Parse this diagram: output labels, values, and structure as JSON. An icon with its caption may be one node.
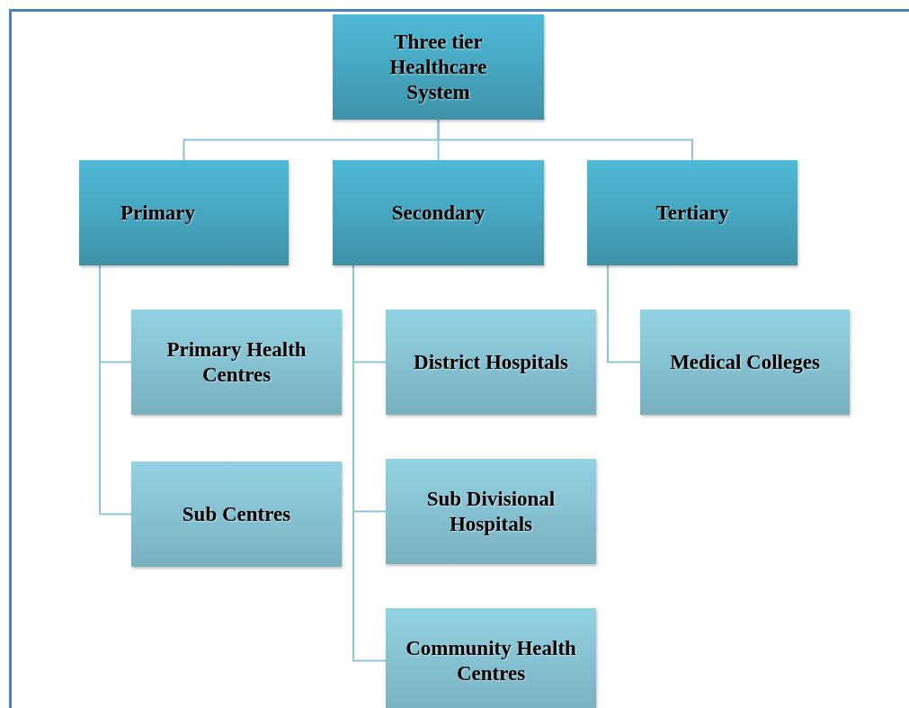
{
  "diagram": {
    "nodes": [
      {
        "text": [
          "Three tier Healthcare System"
        ]
      },
      {
        "text": [
          "Primary"
        ]
      },
      {
        "text": [
          "Secondary"
        ]
      },
      {
        "text": [
          "Tertiary"
        ]
      },
      {
        "text": [
          "Primary Health Centres"
        ]
      },
      {
        "text": [
          "Sub Centres"
        ]
      },
      {
        "text": [
          "District Hospitals"
        ]
      },
      {
        "text": [
          "Sub Divisional Hospitals"
        ]
      },
      {
        "text": [
          "Community Health Centres"
        ]
      },
      {
        "text": [
          "Medical Colleges"
        ]
      }
    ],
    "edges": [
      {
        "from": 0,
        "to": 1,
        "arrow": "none"
      },
      {
        "from": 0,
        "to": 2,
        "arrow": "none"
      },
      {
        "from": 0,
        "to": 3,
        "arrow": "none"
      },
      {
        "from": 1,
        "to": 4,
        "arrow": "none"
      },
      {
        "from": 1,
        "to": 5,
        "arrow": "none"
      },
      {
        "from": 2,
        "to": 6,
        "arrow": "none"
      },
      {
        "from": 2,
        "to": 7,
        "arrow": "none"
      },
      {
        "from": 2,
        "to": 8,
        "arrow": "none"
      },
      {
        "from": 3,
        "to": 9,
        "arrow": "none"
      }
    ]
  }
}
